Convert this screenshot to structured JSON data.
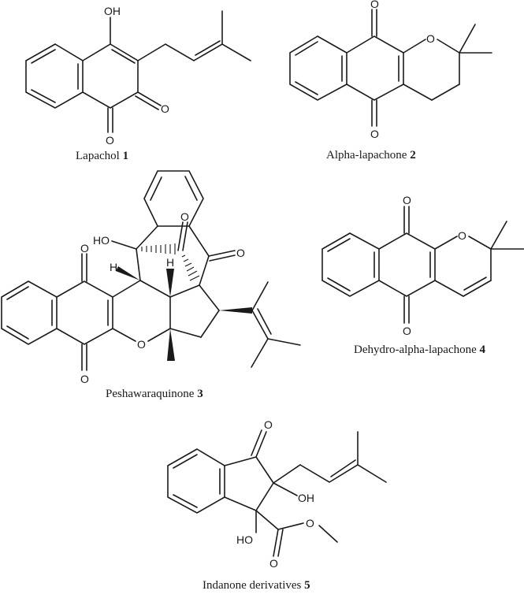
{
  "figure": {
    "compounds": [
      {
        "id": "1",
        "name": "Lapachol",
        "number": "1",
        "labels": [
          "OH",
          "O",
          "O"
        ]
      },
      {
        "id": "2",
        "name": "Alpha-lapachone",
        "number": "2",
        "labels": [
          "O",
          "O",
          "O"
        ]
      },
      {
        "id": "3",
        "name": "Peshawaraquinone",
        "number": "3",
        "labels": [
          "HO",
          "H",
          "H",
          "O",
          "O",
          "O",
          "O",
          "O"
        ]
      },
      {
        "id": "4",
        "name": "Dehydro-alpha-lapachone",
        "number": "4",
        "labels": [
          "O",
          "O",
          "O"
        ]
      },
      {
        "id": "5",
        "name": "Indanone derivatives",
        "number": "5",
        "labels": [
          "O",
          "OH",
          "HO",
          "O",
          "O"
        ]
      }
    ],
    "atoms": {
      "OH": "OH",
      "HO": "HO",
      "O": "O",
      "H": "H"
    }
  }
}
